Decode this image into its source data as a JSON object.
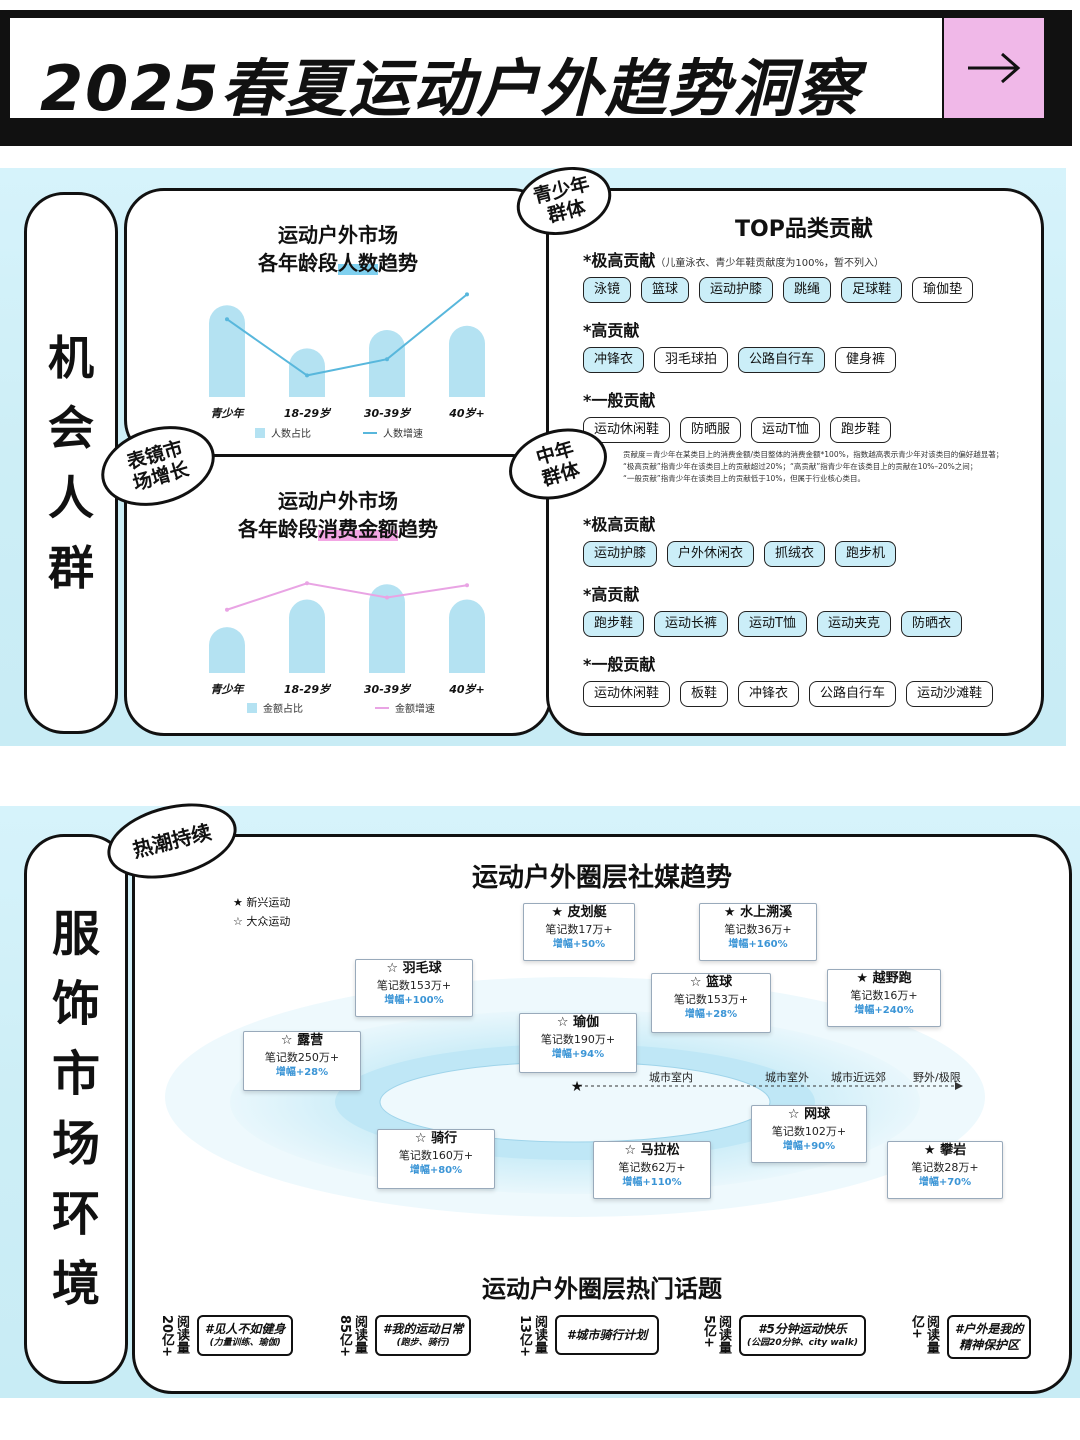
{
  "title": "2025春夏运动户外趋势洞察",
  "arrow_glyph": "→",
  "section1": {
    "side_label": [
      "机",
      "会",
      "人",
      "群"
    ],
    "sticker_youth": [
      "青少年",
      "群体"
    ],
    "sticker_watch": [
      "表镜市",
      "场增长"
    ],
    "sticker_middle": [
      "中年",
      "群体"
    ],
    "chart_people": {
      "title_prefix": "运动户外市场",
      "title_mid": "各年龄段",
      "title_hl": "人数",
      "title_suffix": "趋势"
    },
    "chart_spend": {
      "title_prefix": "运动户外市场",
      "title_mid": "各年龄段",
      "title_hl": "消费金额",
      "title_suffix": "趋势"
    },
    "top_title": "TOP品类贡献",
    "youth": {
      "very_high": {
        "label": "*极高贡献",
        "note": "（儿童泳衣、青少年鞋贡献度为100%，暂不列入）",
        "items": [
          "泳镜",
          "篮球",
          "运动护膝",
          "跳绳",
          "足球鞋",
          "瑜伽垫"
        ]
      },
      "high": {
        "label": "*高贡献",
        "items": [
          "冲锋衣",
          "羽毛球拍",
          "公路自行车",
          "健身裤"
        ]
      },
      "normal": {
        "label": "*一般贡献",
        "items": [
          "运动休闲鞋",
          "防晒服",
          "运动T恤",
          "跑步鞋"
        ]
      }
    },
    "footnote": [
      "贡献度＝青少年在某类目上的消费金额/类目整体的消费金额*100%，指数越高表示青少年对该类目的偏好越显著；",
      "“极高贡献”指青少年在该类目上的贡献超过20%；“高贡献”指青少年在该类目上的贡献在10%–20%之间；",
      "“一般贡献”指青少年在该类目上的贡献低于10%，但属于行业核心类目。"
    ],
    "middle": {
      "very_high": {
        "label": "*极高贡献",
        "items": [
          "运动护膝",
          "户外休闲衣",
          "抓绒衣",
          "跑步机"
        ]
      },
      "high": {
        "label": "*高贡献",
        "items": [
          "跑步鞋",
          "运动长裤",
          "运动T恤",
          "运动夹克",
          "防晒衣"
        ]
      },
      "normal": {
        "label": "*一般贡献",
        "items": [
          "运动休闲鞋",
          "板鞋",
          "冲锋衣",
          "公路自行车",
          "运动沙滩鞋"
        ]
      }
    }
  },
  "section2": {
    "side_label": [
      "服",
      "饰",
      "市",
      "场",
      "环",
      "境"
    ],
    "sticker": "热潮持续",
    "social_title": "运动户外圈层社媒趋势",
    "legend_new": "★ 新兴运动",
    "legend_mass": "☆ 大众运动",
    "zones": [
      "城市室内",
      "城市室外",
      "城市近远郊",
      "野外/极限"
    ],
    "sports": [
      {
        "name": "★ 皮划艇",
        "count": "笔记数17万+",
        "growth": "增幅+50%"
      },
      {
        "name": "★ 水上溯溪",
        "count": "笔记数36万+",
        "growth": "增幅+160%"
      },
      {
        "name": "☆ 羽毛球",
        "count": "笔记数153万+",
        "growth": "增幅+100%"
      },
      {
        "name": "☆ 篮球",
        "count": "笔记数153万+",
        "growth": "增幅+28%"
      },
      {
        "name": "★ 越野跑",
        "count": "笔记数16万+",
        "growth": "增幅+240%"
      },
      {
        "name": "☆ 瑜伽",
        "count": "笔记数190万+",
        "growth": "增幅+94%"
      },
      {
        "name": "☆ 露营",
        "count": "笔记数250万+",
        "growth": "增幅+28%"
      },
      {
        "name": "☆ 网球",
        "count": "笔记数102万+",
        "growth": "增幅+90%"
      },
      {
        "name": "☆ 骑行",
        "count": "笔记数160万+",
        "growth": "增幅+80%"
      },
      {
        "name": "☆ 马拉松",
        "count": "笔记数62万+",
        "growth": "增幅+110%"
      },
      {
        "name": "★ 攀岩",
        "count": "笔记数28万+",
        "growth": "增幅+70%"
      }
    ],
    "topics_title": "运动户外圈层热门话题",
    "topics": [
      {
        "reads": "20亿+",
        "reads_label": "阅读量",
        "main": "#见人不如健身",
        "sub": "(力量训练、瑜伽)"
      },
      {
        "reads": "85亿+",
        "reads_label": "阅读量",
        "main": "#我的运动日常",
        "sub": "(跑步、骑行)"
      },
      {
        "reads": "13亿+",
        "reads_label": "阅读量",
        "main": "#城市骑行计划",
        "sub": ""
      },
      {
        "reads": "5亿+",
        "reads_label": "阅读量",
        "main": "#5分钟运动快乐",
        "sub": "(公园20分钟、city walk)"
      },
      {
        "reads": "亿+",
        "reads_label": "阅读量",
        "main": "#户外是我的",
        "sub": "精神保护区"
      }
    ]
  },
  "chart_data": [
    {
      "type": "bar",
      "categories": [
        "青少年",
        "18-29岁",
        "30-39岁",
        "40岁+"
      ],
      "series": [
        {
          "name": "人数占比",
          "kind": "bar",
          "values": [
            0.85,
            0.45,
            0.62,
            0.66
          ]
        },
        {
          "name": "人数增速",
          "kind": "line",
          "values": [
            0.72,
            0.2,
            0.35,
            0.95
          ]
        }
      ],
      "title": "运动户外市场 各年龄段人数趋势"
    },
    {
      "type": "bar",
      "categories": [
        "青少年",
        "18-29岁",
        "30-39岁",
        "40岁+"
      ],
      "series": [
        {
          "name": "金额占比",
          "kind": "bar",
          "values": [
            0.45,
            0.72,
            0.87,
            0.72
          ]
        },
        {
          "name": "金额增速",
          "kind": "line",
          "values": [
            0.62,
            0.88,
            0.74,
            0.86
          ]
        }
      ],
      "title": "运动户外市场 各年龄段消费金额趋势"
    }
  ],
  "colors": {
    "bar": "#b4e2f2",
    "line1": "#58b7dc",
    "line2": "#e9a4e4",
    "accent_pink": "#f0b8e8",
    "section_bg": "#cdeef6"
  }
}
